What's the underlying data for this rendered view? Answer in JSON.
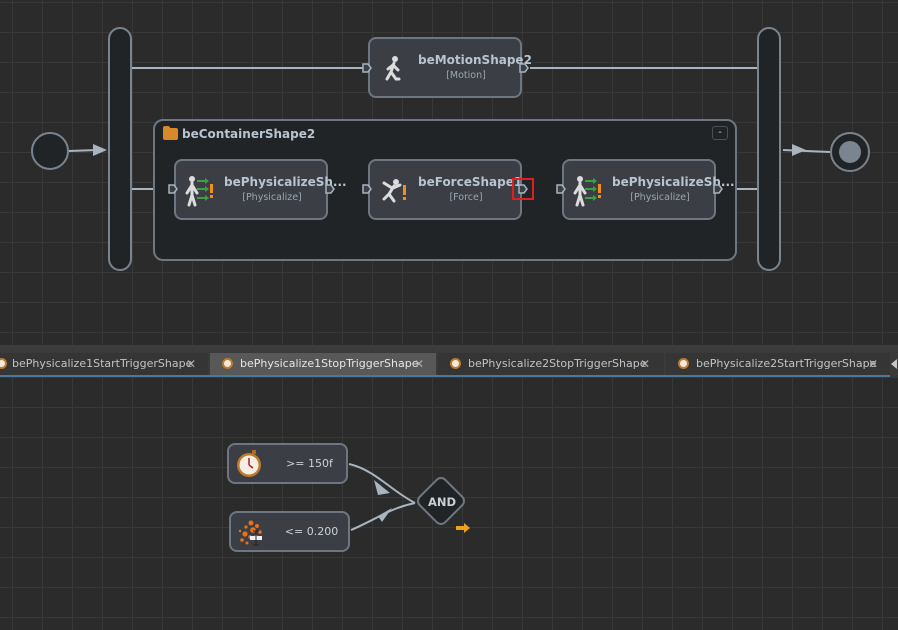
{
  "graph": {
    "start_node": {
      "type": "initial-state"
    },
    "end_node": {
      "type": "final-state"
    },
    "motion_node": {
      "title": "beMotionShape2",
      "subtitle": "[Motion]",
      "icon": "walking-figure-icon"
    },
    "container": {
      "title": "beContainerShape2",
      "icon": "folder-icon",
      "collapse_label": "-",
      "nodes": [
        {
          "title": "bePhysicalizeSh...",
          "subtitle": "[Physicalize]",
          "icon": "physicalize-figure-icon"
        },
        {
          "title": "beForceShape1",
          "subtitle": "[Force]",
          "icon": "force-figure-icon"
        },
        {
          "title": "bePhysicalizeSh...",
          "subtitle": "[Physicalize]",
          "icon": "physicalize-figure-icon"
        }
      ]
    },
    "accent_colors": {
      "port_selection": "#e02020",
      "folder": "#d88a2a",
      "output_arrow": "#f0a020"
    }
  },
  "tabs": [
    {
      "label": "bePhysicalize1StartTriggerShape",
      "icon": "stopwatch-icon",
      "close": "✕",
      "active": false
    },
    {
      "label": "bePhysicalize1StopTriggerShape",
      "icon": "stopwatch-icon",
      "close": "✕",
      "active": true
    },
    {
      "label": "bePhysicalize2StopTriggerShape",
      "icon": "stopwatch-icon",
      "close": "✕",
      "active": false
    },
    {
      "label": "bePhysicalize2StartTriggerShape",
      "icon": "stopwatch-icon",
      "close": "✕",
      "active": false
    }
  ],
  "trigger": {
    "conditions": [
      {
        "value": ">= 150f",
        "icon": "stopwatch-icon"
      },
      {
        "value": "<= 0.200",
        "icon": "particles-icon"
      }
    ],
    "operator": {
      "label": "AND"
    }
  }
}
